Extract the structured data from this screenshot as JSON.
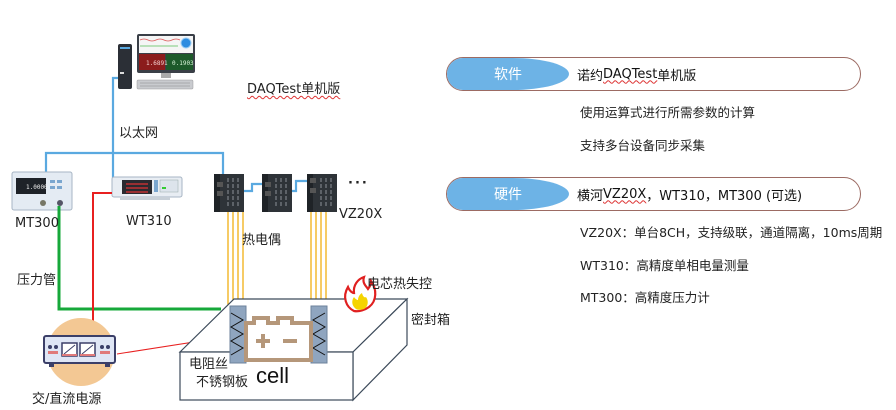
{
  "diagram": {
    "software_label": "DAQTest单机版",
    "ethernet_label": "以太网",
    "devices": {
      "mt300": "MT300",
      "wt310": "WT310",
      "vz20x": "VZ20X",
      "ellipsis": "···"
    },
    "pc_screen": {
      "value_left": "1.6891",
      "value_right": "0.1903"
    },
    "mt300_screen": "1.0000",
    "thermocouple_label": "热电偶",
    "pressure_tube_label": "压力管",
    "thermal_runaway_label": "电芯热失控",
    "sealed_box_label": "密封箱",
    "heater_wire_label": "电阻丝",
    "steel_plate_label": "不锈钢板",
    "cell_label": "cell",
    "power_supply_label": "交/直流电源",
    "colors": {
      "ethernet": "#5aa9e0",
      "power_wire": "#e82020",
      "pressure_tube": "#16a83a",
      "thermocouple": "#f0a800",
      "pill_tag": "#6db3e6",
      "pill_border": "#9c6b63"
    }
  },
  "panel": {
    "software": {
      "tag": "软件",
      "title_prefix": "诺约",
      "title_underlined": "DAQTest",
      "title_suffix": "单机版",
      "bullets": [
        "使用运算式进行所需参数的计算",
        "支持多台设备同步采集"
      ]
    },
    "hardware": {
      "tag": "硬件",
      "title_prefix": "横河",
      "title_underlined": "VZ20X",
      "title_suffix": "，WT310，MT300 (可选)",
      "bullets": [
        "VZ20X：单台8CH，支持级联，通道隔离，10ms周期",
        "WT310：高精度单相电量测量",
        "MT300：高精度压力计"
      ]
    }
  }
}
